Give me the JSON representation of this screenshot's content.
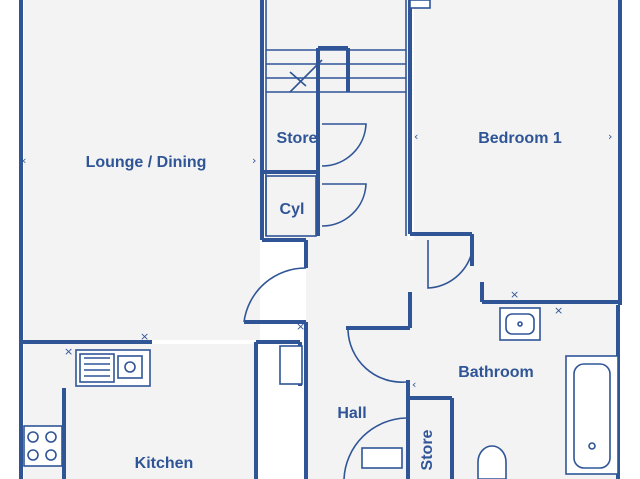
{
  "rooms": {
    "lounge": "Lounge / Dining",
    "bedroom": "Bedroom 1",
    "store_top": "Store",
    "cylinder": "Cyl",
    "bathroom": "Bathroom",
    "hall": "Hall",
    "kitchen": "Kitchen",
    "store_bottom": "Store"
  },
  "colors": {
    "wall": "#2f5597",
    "floor": "#f3f3f3",
    "background": "#ffffff"
  }
}
